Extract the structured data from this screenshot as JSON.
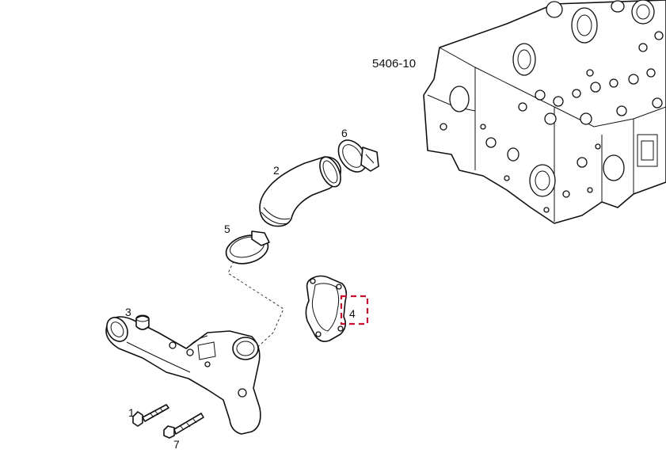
{
  "reference_label": "5406-10",
  "callouts": {
    "p1": "1",
    "p2": "2",
    "p3": "3",
    "p4": "4",
    "p5": "5",
    "p6": "6",
    "p7": "7"
  },
  "highlight_color": "#c8102e",
  "highlighted_part": "4"
}
